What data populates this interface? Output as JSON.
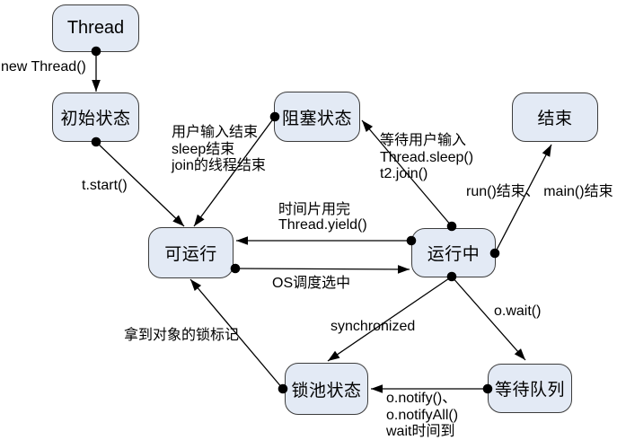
{
  "diagram": {
    "nodes": [
      {
        "id": "thread",
        "label": "Thread"
      },
      {
        "id": "initial",
        "label": "初始状态"
      },
      {
        "id": "blocked",
        "label": "阻塞状态"
      },
      {
        "id": "end",
        "label": "结束"
      },
      {
        "id": "runnable",
        "label": "可运行"
      },
      {
        "id": "running",
        "label": "运行中"
      },
      {
        "id": "lock-pool",
        "label": "锁池状态"
      },
      {
        "id": "wait-queue",
        "label": "等待队列"
      }
    ],
    "edge_labels": {
      "new_thread": "new Thread()",
      "t_start": "t.start()",
      "unblock": "用户输入结束\nsleep结束\njoin的线程结束",
      "block": "等待用户输入\nThread.sleep()\nt2.join()",
      "finish": "run()结束、 main()结束",
      "yield": "时间片用完\nThread.yield()",
      "os_select": "OS调度选中",
      "synchronized": "synchronized",
      "o_wait": "o.wait()",
      "notify": "o.notify()、\no.notifyAll()\nwait时间到",
      "acquire_lock": "拿到对象的锁标记"
    },
    "colors": {
      "node_fill": "#e3eaf5",
      "node_border": "#3c3c3c",
      "edge": "#000000",
      "background": "#ffffff"
    }
  }
}
